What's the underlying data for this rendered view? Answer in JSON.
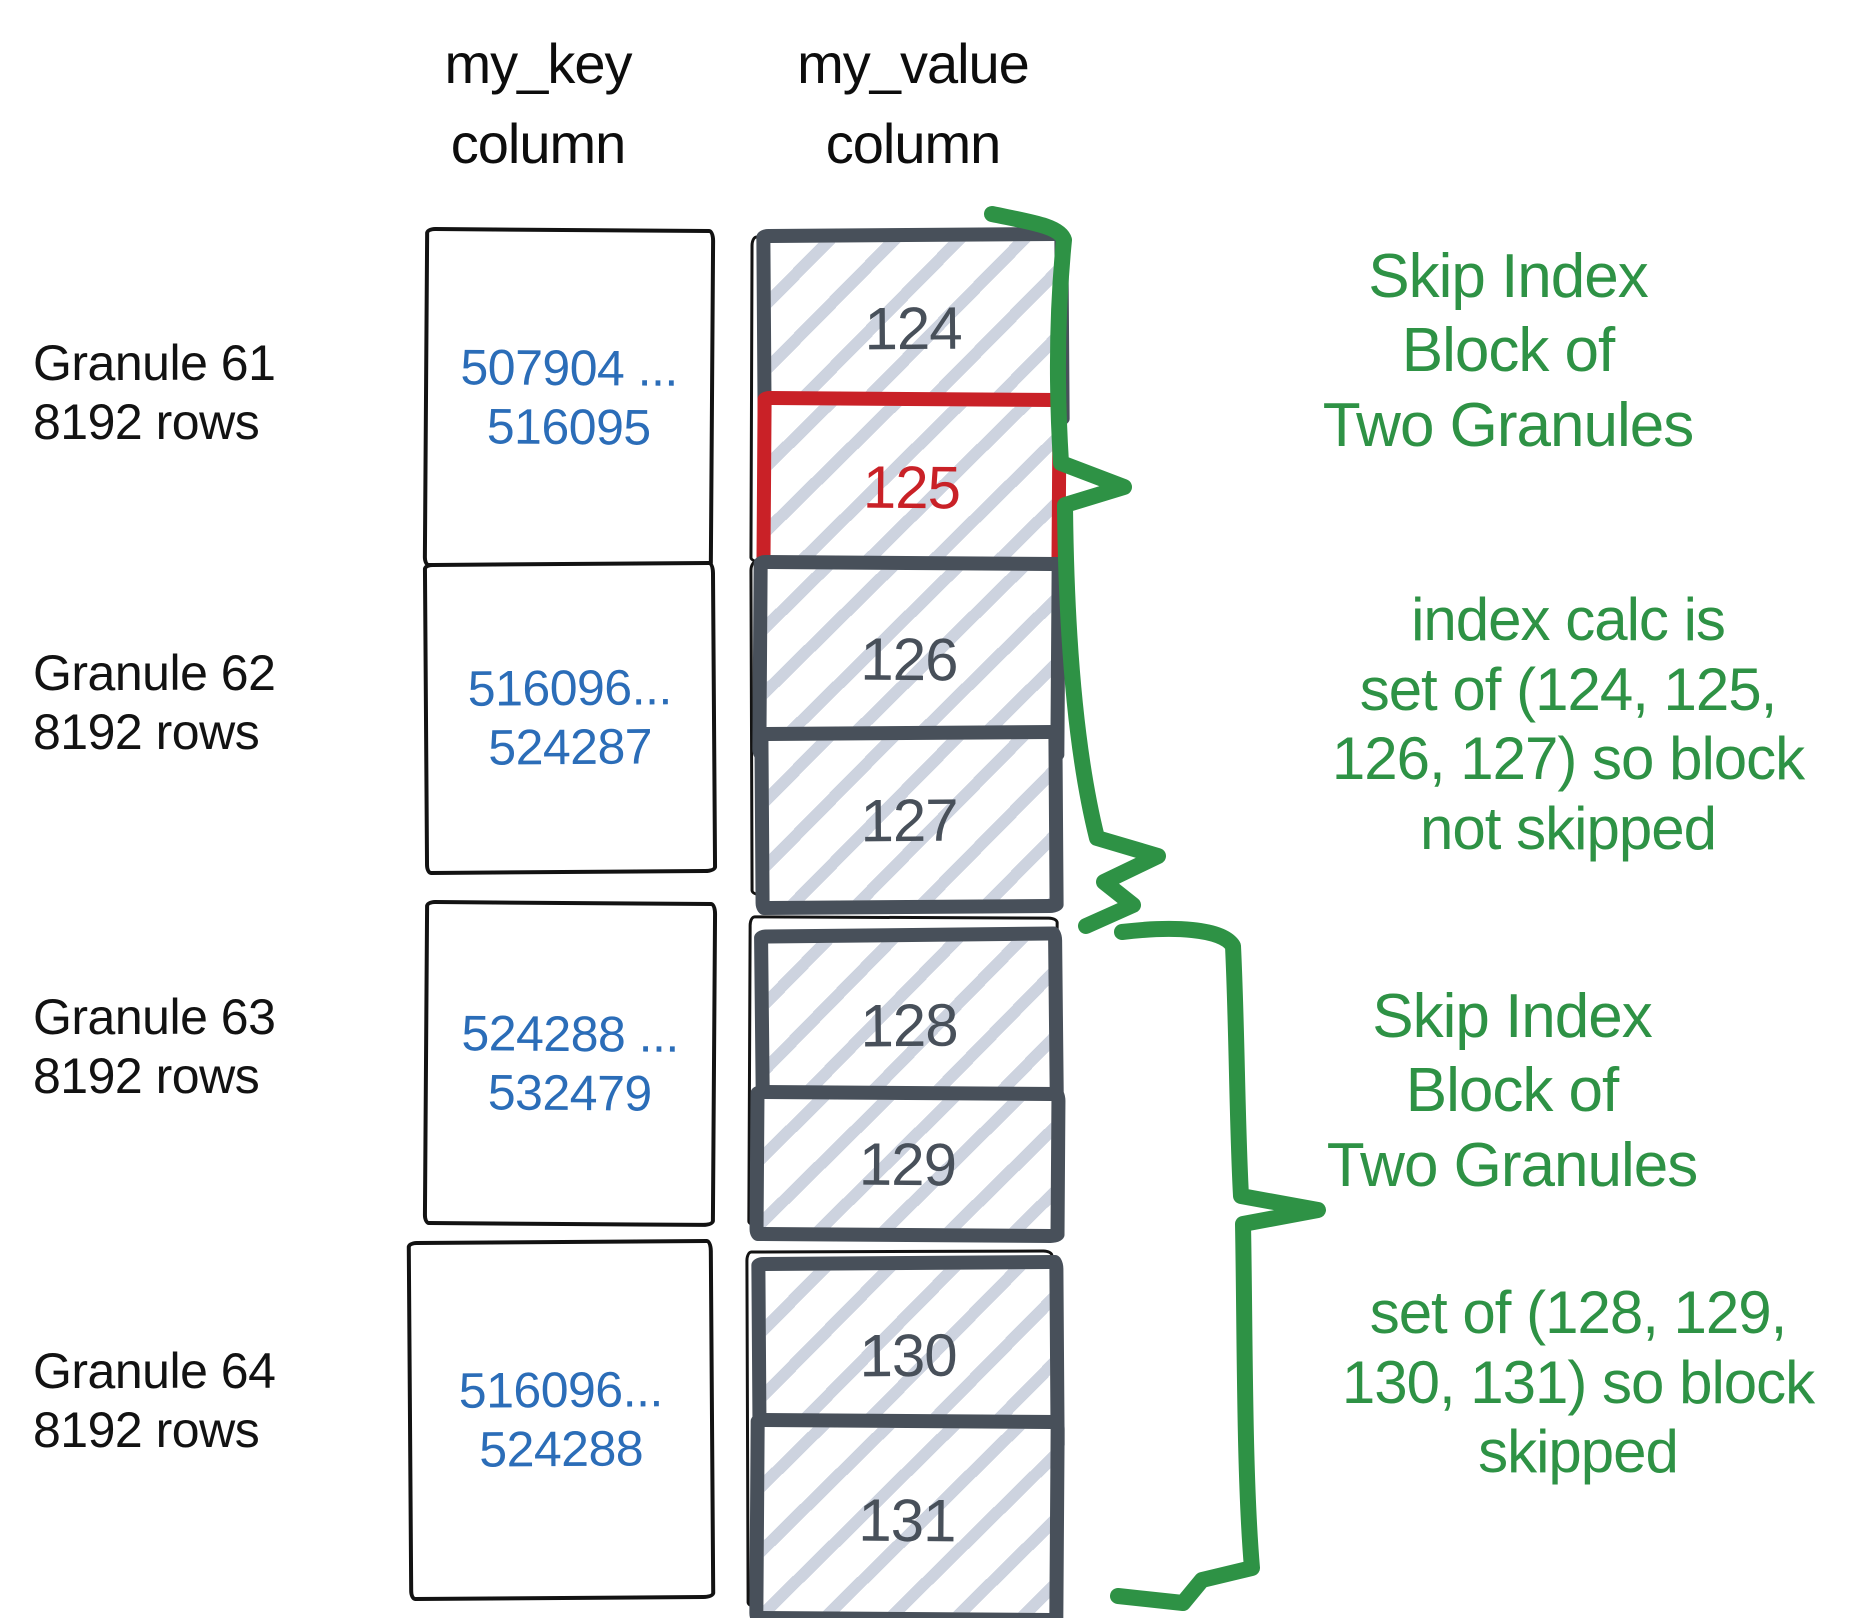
{
  "colors": {
    "background": "#ffffff",
    "ink_black": "#121212",
    "key_text_blue": "#2b6db8",
    "block_border_slate": "#48505a",
    "hatch_gray": "#cdd3df",
    "highlight_red": "#c92127",
    "annotation_green": "#2e9245"
  },
  "headers": {
    "key": "my_key\ncolumn",
    "value": "my_value\ncolumn"
  },
  "granules": [
    {
      "label": "Granule 61\n8192 rows",
      "key_range": "507904 ...\n516095",
      "blocks": [
        {
          "number": "124",
          "highlighted": false
        },
        {
          "number": "125",
          "highlighted": true
        }
      ]
    },
    {
      "label": "Granule 62\n8192 rows",
      "key_range": "516096...\n524287",
      "blocks": [
        {
          "number": "126",
          "highlighted": false
        },
        {
          "number": "127",
          "highlighted": false
        }
      ]
    },
    {
      "label": "Granule 63\n8192 rows",
      "key_range": "524288 ...\n532479",
      "blocks": [
        {
          "number": "128",
          "highlighted": false
        },
        {
          "number": "129",
          "highlighted": false
        }
      ]
    },
    {
      "label": "Granule 64\n8192 rows",
      "key_range": "516096...\n524288",
      "blocks": [
        {
          "number": "130",
          "highlighted": false
        },
        {
          "number": "131",
          "highlighted": false
        }
      ]
    }
  ],
  "annotations": {
    "block1": {
      "heading": "Skip Index\nBlock of\nTwo Granules",
      "body": "index calc is\nset of (124, 125,\n126, 127) so block\nnot skipped"
    },
    "block2": {
      "heading": "Skip Index\nBlock of\nTwo Granules",
      "body": "set of (128, 129,\n130, 131) so block\nskipped"
    }
  }
}
